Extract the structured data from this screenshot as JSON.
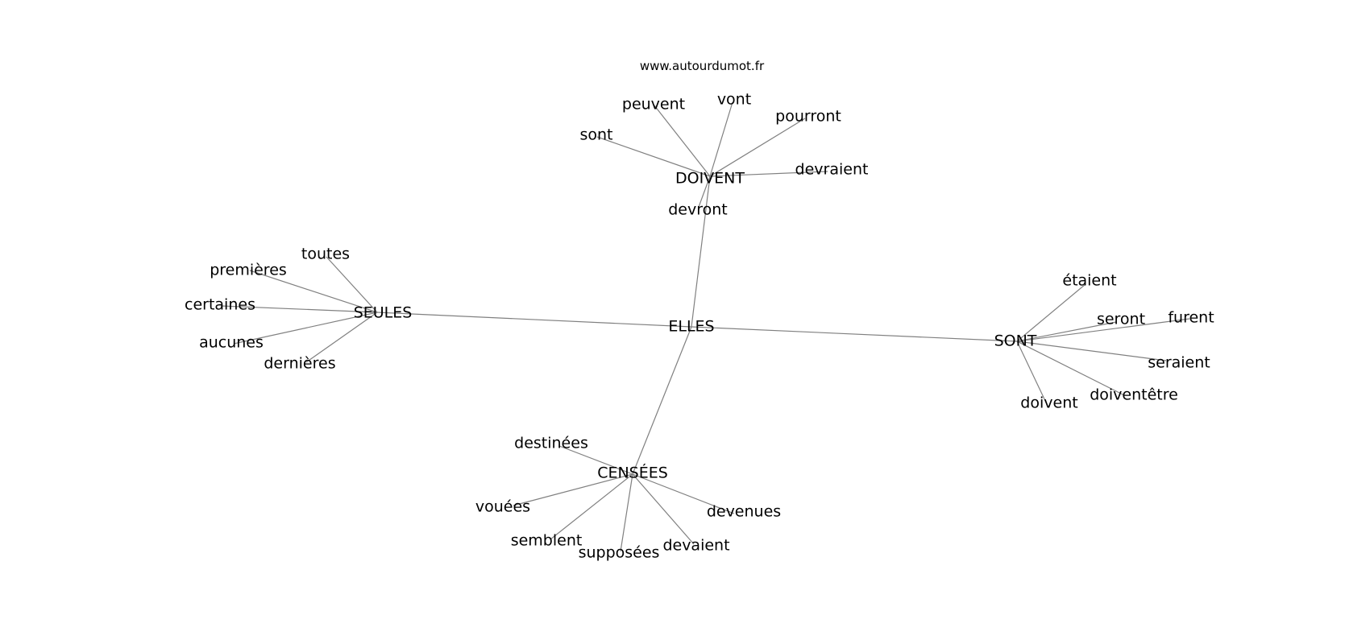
{
  "site": "www.autourdumot.fr",
  "graph": {
    "nodes": [
      {
        "id": "elles",
        "label": "ELLES"
      },
      {
        "id": "doivent_hub",
        "label": "DOIVENT"
      },
      {
        "id": "seules",
        "label": "SEULES"
      },
      {
        "id": "sont_hub",
        "label": "SONT"
      },
      {
        "id": "censees",
        "label": "CENSÉES"
      },
      {
        "id": "sont_leaf",
        "label": "sont"
      },
      {
        "id": "peuvent",
        "label": "peuvent"
      },
      {
        "id": "vont",
        "label": "vont"
      },
      {
        "id": "pourront",
        "label": "pourront"
      },
      {
        "id": "devraient",
        "label": "devraient"
      },
      {
        "id": "devront",
        "label": "devront"
      },
      {
        "id": "toutes",
        "label": "toutes"
      },
      {
        "id": "premieres",
        "label": "premières"
      },
      {
        "id": "certaines",
        "label": "certaines"
      },
      {
        "id": "aucunes",
        "label": "aucunes"
      },
      {
        "id": "dernieres",
        "label": "dernières"
      },
      {
        "id": "etaient",
        "label": "étaient"
      },
      {
        "id": "seront",
        "label": "seront"
      },
      {
        "id": "furent",
        "label": "furent"
      },
      {
        "id": "seraient",
        "label": "seraient"
      },
      {
        "id": "doiventetre",
        "label": "doiventêtre"
      },
      {
        "id": "doivent_leaf",
        "label": "doivent"
      },
      {
        "id": "destinees",
        "label": "destinées"
      },
      {
        "id": "vouees",
        "label": "vouées"
      },
      {
        "id": "semblent",
        "label": "semblent"
      },
      {
        "id": "supposees",
        "label": "supposées"
      },
      {
        "id": "devaient",
        "label": "devaient"
      },
      {
        "id": "devenues",
        "label": "devenues"
      }
    ],
    "edges": [
      [
        "elles",
        "doivent_hub"
      ],
      [
        "elles",
        "seules"
      ],
      [
        "elles",
        "sont_hub"
      ],
      [
        "elles",
        "censees"
      ],
      [
        "doivent_hub",
        "sont_leaf"
      ],
      [
        "doivent_hub",
        "peuvent"
      ],
      [
        "doivent_hub",
        "vont"
      ],
      [
        "doivent_hub",
        "pourront"
      ],
      [
        "doivent_hub",
        "devraient"
      ],
      [
        "doivent_hub",
        "devront"
      ],
      [
        "seules",
        "toutes"
      ],
      [
        "seules",
        "premieres"
      ],
      [
        "seules",
        "certaines"
      ],
      [
        "seules",
        "aucunes"
      ],
      [
        "seules",
        "dernieres"
      ],
      [
        "sont_hub",
        "etaient"
      ],
      [
        "sont_hub",
        "seront"
      ],
      [
        "sont_hub",
        "furent"
      ],
      [
        "sont_hub",
        "seraient"
      ],
      [
        "sont_hub",
        "doiventetre"
      ],
      [
        "sont_hub",
        "doivent_leaf"
      ],
      [
        "censees",
        "destinees"
      ],
      [
        "censees",
        "vouees"
      ],
      [
        "censees",
        "semblent"
      ],
      [
        "censees",
        "supposees"
      ],
      [
        "censees",
        "devaient"
      ],
      [
        "censees",
        "devenues"
      ]
    ]
  }
}
